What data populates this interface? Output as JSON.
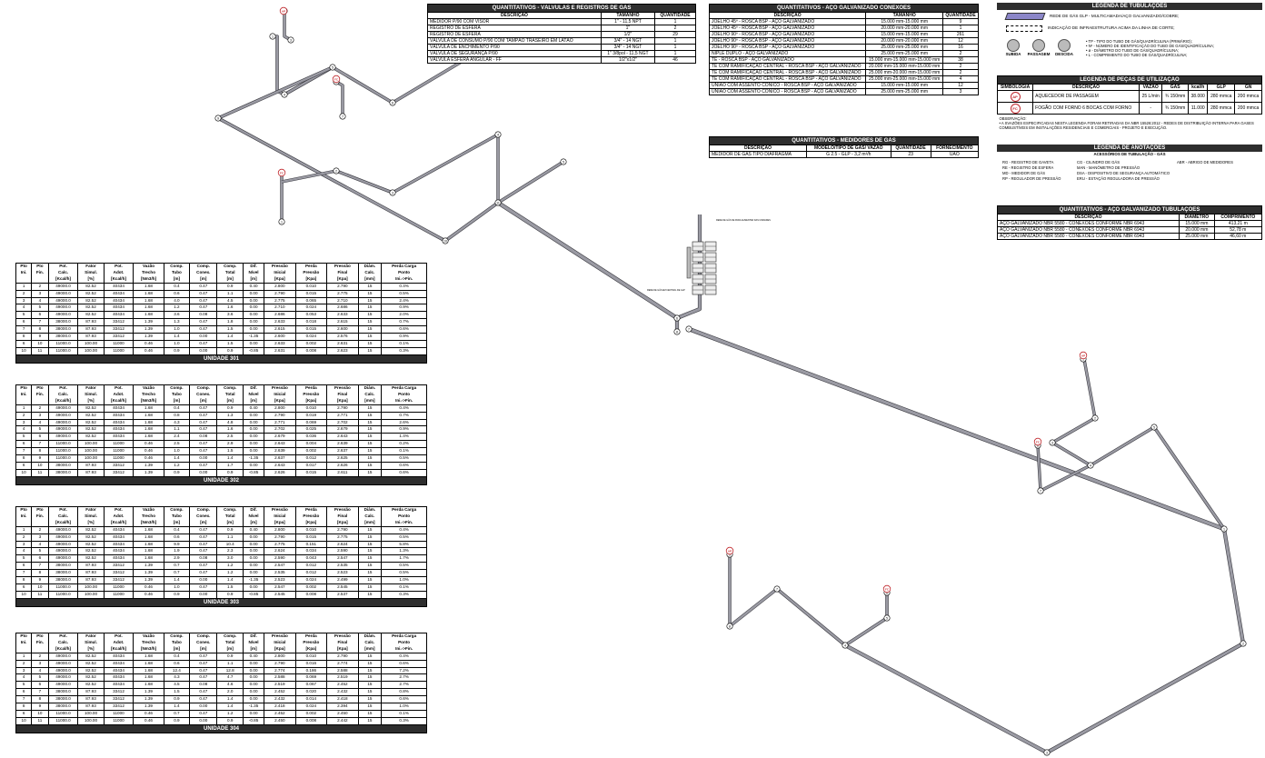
{
  "valves": {
    "title": "QUANTITATIVOS - VÁLVULAS E REGISTROS DE GÁS",
    "headers": [
      "DESCRIÇÃO",
      "TAMANHO",
      "QUANTIDADE"
    ],
    "rows": [
      [
        "MEDIDOR P/90 COM VISOR",
        "1\" - 11,5 NPT",
        "1"
      ],
      [
        "REGISTRO DE ESFERA",
        "1\"",
        "2"
      ],
      [
        "REGISTRO DE ESFERA",
        "1/2\"",
        "29"
      ],
      [
        "VÁLVULA DE CONSUMO P/90 COM TAMPÃO TRASEIRO EM LATÃO",
        "3/4\" - 14 NGT",
        "1"
      ],
      [
        "VÁLVULA DE ENCHIMENTO P/90",
        "3/4\" - 14 NGT",
        "1"
      ],
      [
        "VÁLVULA DE SEGURANÇA P/90",
        "1\" 3/8pol - 11,5 NGT",
        "1"
      ],
      [
        "VÁLVULA ESFERA ANGULAR - FF",
        "1/2\"x1/2\"",
        "46"
      ]
    ]
  },
  "fittings": {
    "title": "QUANTITATIVOS - AÇO GALVANIZADO CONEXÕES",
    "headers": [
      "DESCRIÇÃO",
      "TAMANHO",
      "QUANTIDADE"
    ],
    "rows": [
      [
        "JOELHO 45º - ROSCA BSP - AÇO GALVANIZADO",
        "15.000 mm-15.000 mm",
        "9"
      ],
      [
        "JOELHO 45º - ROSCA BSP - AÇO GALVANIZADO",
        "20.000 mm-20.000 mm",
        "1"
      ],
      [
        "JOELHO 90º - ROSCA BSP - AÇO GALVANIZADO",
        "15.000 mm-15.000 mm",
        "261"
      ],
      [
        "JOELHO 90º - ROSCA BSP - AÇO GALVANIZADO",
        "20.000 mm-20.000 mm",
        "12"
      ],
      [
        "JOELHO 90º - ROSCA BSP - AÇO GALVANIZADO",
        "25.000 mm-25.000 mm",
        "16"
      ],
      [
        "NIPLE DUPLO - AÇO GALVANIZADO",
        "25.000 mm-25.000 mm",
        "2"
      ],
      [
        "TE - ROSCA BSP - AÇO GALVANIZADO",
        "15.000 mm-15.000 mm-15.000 mm",
        "38"
      ],
      [
        "TE COM RAMIFICAÇÃO CENTRAL - ROSCA BSP - AÇO GALVANIZADO",
        "20.000 mm-15.000 mm-15.000 mm",
        "2"
      ],
      [
        "TE COM RAMIFICAÇÃO CENTRAL - ROSCA BSP - AÇO GALVANIZADO",
        "25.000 mm-20.000 mm-15.000 mm",
        "2"
      ],
      [
        "TE COM RAMIFICAÇÃO CENTRAL - ROSCA BSP - AÇO GALVANIZADO",
        "25.000 mm-25.000 mm-15.000 mm",
        "4"
      ],
      [
        "UNIÃO COM ASSENTO CÔNICO - ROSCA BSP - AÇO GALVANIZADO",
        "15.000 mm-15.000 mm",
        "12"
      ],
      [
        "UNIÃO COM ASSENTO CÔNICO - ROSCA BSP - AÇO GALVANIZADO",
        "25.000 mm-25.000 mm",
        "3"
      ]
    ]
  },
  "meters": {
    "title": "QUANTITATIVOS - MEDIDORES DE GÁS",
    "headers": [
      "DESCRIÇÃO",
      "MODELO/TIPO DE GÁS/ VAZÃO",
      "QUANTIDADE",
      "FORNECIMENTO"
    ],
    "rows": [
      [
        "MEDIDOR DE GÁS TIPO DIAFRAGMA",
        "G 2.5 - GLP - 3,2 m³/h",
        "23",
        "UAO"
      ]
    ]
  },
  "legend_pipes": {
    "title": "LEGENDA DE TUBULAÇÕES",
    "items": [
      "REDE DE GÁS GLP - MULTICAMADA/AÇO GALVANIZADO/COBRE;",
      "INDICAÇÃO DE INFRAESTRUTURA ACIMA DA LINHA DE CORTE;"
    ],
    "arrows": [
      "SUBIDA",
      "PASSAGEM",
      "DESCIDA"
    ],
    "notes": [
      "• TP - TIPO DO TUBO DE GÁS/QUADRÍCULINA (PRIMÁRIO);",
      "• Nº - NÚMERO DE IDENTIFICAÇÃO DO TUBO DE GÁS/QUADRÍCULINA;",
      "• ø - DIÂMETRO DO TUBO DE GÁS/QUADRÍCULINA;",
      "• L - COMPRIMENTO DO TUBO DE GÁS/QUADRÍCULINA;"
    ]
  },
  "legend_parts": {
    "title": "LEGENDA DE PEÇAS DE UTILIZAÇÃO",
    "headers": [
      "SIMBOLOGIA",
      "DESCRIÇÃO",
      "VAZÃO",
      "GÁS",
      "kcal/h",
      "GLP",
      "GN"
    ],
    "rows": [
      [
        "AP",
        "AQUECEDOR DE PASSAGEM",
        "25 L/min",
        "¾ 150mm",
        "38.000",
        "280 mmca",
        "200 mmca"
      ],
      [
        "FC",
        "FOGÃO COM FORNO 6 BOCAS COM FORNO",
        "-",
        "¾ 150mm",
        "11.000",
        "280 mmca",
        "200 mmca"
      ]
    ],
    "note_title": "OBSERVAÇÃO:",
    "note": "• A SVAZÕES ESPECIFICADAS NESTA LEGENDA FORAM RETIRADAS DA NBR 15526:2012 - REDES DE DISTRIBUIÇÃO INTERNA PARA GASES COMBUSTÍVEIS EM INSTALAÇÕES RESIDENCIAIS E COMERCIAIS - PROJETO E EXECUÇÃO."
  },
  "legend_annot": {
    "title": "LEGENDA DE ANOTAÇÕES",
    "subtitle": "ACESSÓRIOS DE TUBULAÇÃO - GÁS",
    "items": [
      "RG - REGISTRO DE GAVETA",
      "CG - CILINDRO DE GÁS",
      "ABR - ABRIGO DE MEDIDORES",
      "RE - REGISTRO DE ESFERA",
      "MAN - MANÔMETRO DE PRESSÃO",
      "",
      "MD - MEDIDOR DE GÁS",
      "DSA - DISPOSITIVO DE SEGURANÇA AUTOMÁTICO",
      "",
      "RP - REGULADOR DE PRESSÃO",
      "ERU - ESTAÇÃO REGULADORA DE PRESSÃO",
      ""
    ]
  },
  "tubes": {
    "title": "QUANTITATIVOS - AÇO GALVANIZADO TUBULAÇÕES",
    "headers": [
      "DESCRIÇÃO",
      "DIÂMETRO",
      "COMPRIMENTO"
    ],
    "rows": [
      [
        "AÇO GALVANIZADO NBR 5580 - CONEXÕES CONFORME NBR 6943",
        "15.000 mm",
        "413,21 m"
      ],
      [
        "AÇO GALVANIZADO NBR 5580 - CONEXÕES CONFORME NBR 6943",
        "20.000 mm",
        "52,78 m"
      ],
      [
        "AÇO GALVANIZADO NBR 5580 - CONEXÕES CONFORME NBR 6943",
        "25.000 mm",
        "46,60 m"
      ]
    ]
  },
  "calc_headers": [
    [
      "Pto",
      "Pto",
      "Pot.",
      "Fator",
      "Pot.",
      "Vazão",
      "Comp.",
      "Comp.",
      "Comp.",
      "Dif.",
      "Pressão",
      "Perda",
      "Pressão",
      "Diâm.",
      "Perda Carga"
    ],
    [
      "Ini.",
      "Fin.",
      "Calc.",
      "Simul.",
      "Adot.",
      "Trecho",
      "Tubo",
      "Conex.",
      "Total",
      "Nível",
      "Inicial",
      "Pressão",
      "Final",
      "Calc.",
      "Ponto"
    ],
    [
      "",
      "",
      "[Kcal/h]",
      "[%]",
      "[Kcal/h]",
      "[Nm3/h]",
      "[m]",
      "[m]",
      "[m]",
      "[m]",
      "[Kpa]",
      "[Kpa]",
      "[Kpa]",
      "[mm]",
      "Ini.->Fin."
    ]
  ],
  "calc_tables": [
    {
      "title": "UNIDADE 301",
      "rows": [
        [
          "1",
          "2",
          "49000.0",
          "82.52",
          "40434",
          "1.68",
          "0.4",
          "0.47",
          "0.9",
          "0.40",
          "2.800",
          "0.010",
          "2.790",
          "15",
          "0.4%"
        ],
        [
          "2",
          "3",
          "49000.0",
          "82.52",
          "40434",
          "1.68",
          "0.6",
          "0.47",
          "1.1",
          "0.00",
          "2.790",
          "0.015",
          "2.775",
          "15",
          "0.5%"
        ],
        [
          "3",
          "4",
          "49000.0",
          "82.52",
          "40434",
          "1.68",
          "4.0",
          "0.47",
          "4.5",
          "0.00",
          "2.775",
          "0.065",
          "2.710",
          "15",
          "2.4%"
        ],
        [
          "4",
          "5",
          "49000.0",
          "82.52",
          "40434",
          "1.68",
          "1.2",
          "0.47",
          "1.6",
          "0.00",
          "2.710",
          "0.024",
          "2.686",
          "15",
          "0.9%"
        ],
        [
          "5",
          "6",
          "49000.0",
          "82.52",
          "40434",
          "1.68",
          "3.6",
          "0.08",
          "3.6",
          "0.00",
          "2.686",
          "0.053",
          "2.633",
          "15",
          "2.0%"
        ],
        [
          "6",
          "7",
          "38000.0",
          "87.93",
          "33412",
          "1.39",
          "1.3",
          "0.47",
          "1.8",
          "0.00",
          "2.633",
          "0.018",
          "2.615",
          "15",
          "0.7%"
        ],
        [
          "7",
          "8",
          "38000.0",
          "87.93",
          "33412",
          "1.39",
          "1.0",
          "0.47",
          "1.5",
          "0.00",
          "2.615",
          "0.015",
          "2.600",
          "15",
          "0.6%"
        ],
        [
          "8",
          "9",
          "38000.0",
          "87.93",
          "33412",
          "1.39",
          "1.4",
          "0.00",
          "1.4",
          "-1.35",
          "2.600",
          "0.024",
          "2.576",
          "15",
          "0.9%"
        ],
        [
          "6",
          "10",
          "11000.0",
          "100.00",
          "11000",
          "0.46",
          "1.0",
          "0.47",
          "1.5",
          "0.00",
          "2.633",
          "0.002",
          "2.631",
          "15",
          "0.1%"
        ],
        [
          "10",
          "11",
          "11000.0",
          "100.00",
          "11000",
          "0.46",
          "0.9",
          "0.00",
          "0.9",
          "-0.85",
          "2.631",
          "0.008",
          "2.623",
          "15",
          "0.3%"
        ]
      ]
    },
    {
      "title": "UNIDADE 302",
      "rows": [
        [
          "1",
          "2",
          "49000.0",
          "82.52",
          "40434",
          "1.68",
          "0.4",
          "0.47",
          "0.9",
          "0.40",
          "2.800",
          "0.010",
          "2.790",
          "15",
          "0.4%"
        ],
        [
          "2",
          "3",
          "49000.0",
          "82.52",
          "40434",
          "1.68",
          "0.8",
          "0.47",
          "1.3",
          "0.00",
          "2.790",
          "0.019",
          "2.771",
          "15",
          "0.7%"
        ],
        [
          "3",
          "4",
          "49000.0",
          "82.52",
          "40434",
          "1.68",
          "4.3",
          "0.47",
          "4.8",
          "0.00",
          "2.771",
          "0.069",
          "2.702",
          "15",
          "2.6%"
        ],
        [
          "4",
          "5",
          "49000.0",
          "82.52",
          "40434",
          "1.68",
          "1.1",
          "0.47",
          "1.6",
          "0.00",
          "2.702",
          "0.025",
          "2.679",
          "15",
          "0.9%"
        ],
        [
          "5",
          "6",
          "49000.0",
          "82.52",
          "40434",
          "1.68",
          "2.4",
          "0.08",
          "2.5",
          "0.00",
          "2.679",
          "0.036",
          "2.643",
          "15",
          "1.4%"
        ],
        [
          "6",
          "7",
          "11000.0",
          "100.00",
          "11000",
          "0.46",
          "2.5",
          "0.47",
          "2.9",
          "0.00",
          "2.643",
          "0.004",
          "2.639",
          "15",
          "0.2%"
        ],
        [
          "7",
          "8",
          "11000.0",
          "100.00",
          "11000",
          "0.46",
          "1.0",
          "0.47",
          "1.5",
          "0.00",
          "2.639",
          "0.002",
          "2.637",
          "15",
          "0.1%"
        ],
        [
          "8",
          "9",
          "11000.0",
          "100.00",
          "11000",
          "0.46",
          "1.4",
          "0.00",
          "1.4",
          "-1.35",
          "2.637",
          "0.012",
          "2.625",
          "15",
          "0.5%"
        ],
        [
          "6",
          "10",
          "38000.0",
          "87.93",
          "33412",
          "1.39",
          "1.2",
          "0.47",
          "1.7",
          "0.00",
          "2.643",
          "0.017",
          "2.626",
          "15",
          "0.6%"
        ],
        [
          "10",
          "11",
          "38000.0",
          "87.93",
          "33412",
          "1.39",
          "0.9",
          "0.00",
          "0.9",
          "-0.85",
          "2.626",
          "0.015",
          "2.611",
          "15",
          "0.6%"
        ]
      ]
    },
    {
      "title": "UNIDADE 303",
      "rows": [
        [
          "1",
          "2",
          "49000.0",
          "82.52",
          "40434",
          "1.68",
          "0.4",
          "0.47",
          "0.9",
          "0.40",
          "2.800",
          "0.010",
          "2.790",
          "15",
          "0.4%"
        ],
        [
          "2",
          "3",
          "49000.0",
          "82.52",
          "40434",
          "1.68",
          "0.6",
          "0.47",
          "1.1",
          "0.00",
          "2.790",
          "0.015",
          "2.775",
          "15",
          "0.5%"
        ],
        [
          "3",
          "4",
          "49000.0",
          "82.52",
          "40434",
          "1.68",
          "9.9",
          "0.47",
          "10.4",
          "0.00",
          "2.775",
          "0.151",
          "2.624",
          "15",
          "5.8%"
        ],
        [
          "4",
          "5",
          "49000.0",
          "82.52",
          "40434",
          "1.68",
          "1.9",
          "0.47",
          "2.3",
          "0.00",
          "2.624",
          "0.034",
          "2.590",
          "15",
          "1.3%"
        ],
        [
          "5",
          "6",
          "49000.0",
          "82.52",
          "40434",
          "1.68",
          "2.9",
          "0.08",
          "3.0",
          "0.00",
          "2.590",
          "0.043",
          "2.547",
          "15",
          "1.7%"
        ],
        [
          "6",
          "7",
          "38000.0",
          "87.93",
          "33412",
          "1.39",
          "0.7",
          "0.47",
          "1.2",
          "0.00",
          "2.547",
          "0.012",
          "2.535",
          "15",
          "0.5%"
        ],
        [
          "7",
          "8",
          "38000.0",
          "87.93",
          "33412",
          "1.39",
          "0.7",
          "0.47",
          "1.2",
          "0.00",
          "2.535",
          "0.012",
          "2.523",
          "15",
          "0.5%"
        ],
        [
          "8",
          "9",
          "38000.0",
          "87.93",
          "33412",
          "1.39",
          "1.4",
          "0.00",
          "1.4",
          "-1.35",
          "2.523",
          "0.024",
          "2.499",
          "15",
          "1.0%"
        ],
        [
          "6",
          "10",
          "11000.0",
          "100.00",
          "11000",
          "0.46",
          "1.0",
          "0.47",
          "1.5",
          "0.00",
          "2.547",
          "0.002",
          "2.545",
          "15",
          "0.1%"
        ],
        [
          "10",
          "11",
          "11000.0",
          "100.00",
          "11000",
          "0.46",
          "0.9",
          "0.00",
          "0.9",
          "-0.85",
          "2.545",
          "0.008",
          "2.537",
          "15",
          "0.3%"
        ]
      ]
    },
    {
      "title": "UNIDADE 304",
      "rows": [
        [
          "1",
          "2",
          "49000.0",
          "82.52",
          "40434",
          "1.68",
          "0.4",
          "0.47",
          "0.9",
          "0.40",
          "2.800",
          "0.010",
          "2.790",
          "15",
          "0.4%"
        ],
        [
          "2",
          "3",
          "49000.0",
          "82.52",
          "40434",
          "1.68",
          "0.6",
          "0.47",
          "1.1",
          "0.00",
          "2.790",
          "0.016",
          "2.774",
          "15",
          "0.6%"
        ],
        [
          "3",
          "4",
          "49000.0",
          "82.52",
          "40434",
          "1.68",
          "12.4",
          "0.47",
          "12.8",
          "0.00",
          "2.774",
          "0.186",
          "2.588",
          "15",
          "7.2%"
        ],
        [
          "4",
          "5",
          "49000.0",
          "82.52",
          "40434",
          "1.68",
          "4.3",
          "0.47",
          "4.7",
          "0.00",
          "2.588",
          "0.069",
          "2.519",
          "15",
          "2.7%"
        ],
        [
          "5",
          "6",
          "49000.0",
          "82.52",
          "40434",
          "1.68",
          "4.5",
          "0.08",
          "4.6",
          "0.00",
          "2.519",
          "0.067",
          "2.452",
          "15",
          "2.7%"
        ],
        [
          "6",
          "7",
          "38000.0",
          "87.93",
          "33412",
          "1.39",
          "1.5",
          "0.47",
          "2.0",
          "0.00",
          "2.452",
          "0.020",
          "2.432",
          "15",
          "0.8%"
        ],
        [
          "7",
          "8",
          "38000.0",
          "87.93",
          "33412",
          "1.39",
          "0.9",
          "0.47",
          "1.4",
          "0.00",
          "2.432",
          "0.014",
          "2.418",
          "15",
          "0.6%"
        ],
        [
          "8",
          "9",
          "38000.0",
          "87.93",
          "33412",
          "1.39",
          "1.4",
          "0.00",
          "1.4",
          "-1.35",
          "2.418",
          "0.024",
          "2.394",
          "15",
          "1.0%"
        ],
        [
          "6",
          "10",
          "11000.0",
          "100.00",
          "11000",
          "0.46",
          "0.7",
          "0.47",
          "1.2",
          "0.00",
          "2.452",
          "0.002",
          "2.450",
          "15",
          "0.1%"
        ],
        [
          "10",
          "11",
          "11000.0",
          "100.00",
          "11000",
          "0.46",
          "0.9",
          "0.00",
          "0.9",
          "-0.85",
          "2.450",
          "0.008",
          "2.442",
          "15",
          "0.3%"
        ]
      ]
    }
  ],
  "iso": {
    "meter_label": "REDE DE GÁS DE PARA ALIMENTAR DAS UNIDADES",
    "regulator_label": "REDE DE GÁS EM CENTRAL DE GLP",
    "appliances": [
      "AP",
      "FC"
    ],
    "node_labels": [
      "1",
      "2",
      "3",
      "4",
      "5",
      "6",
      "7",
      "8",
      "9",
      "10",
      "11"
    ]
  },
  "colors": {
    "bar": "#2e2e2e",
    "pipe": "#9a9aa3",
    "pipe_edge": "#3a3a40",
    "legend_pipe": "#8b86c8",
    "appliance": "#c0282d"
  }
}
